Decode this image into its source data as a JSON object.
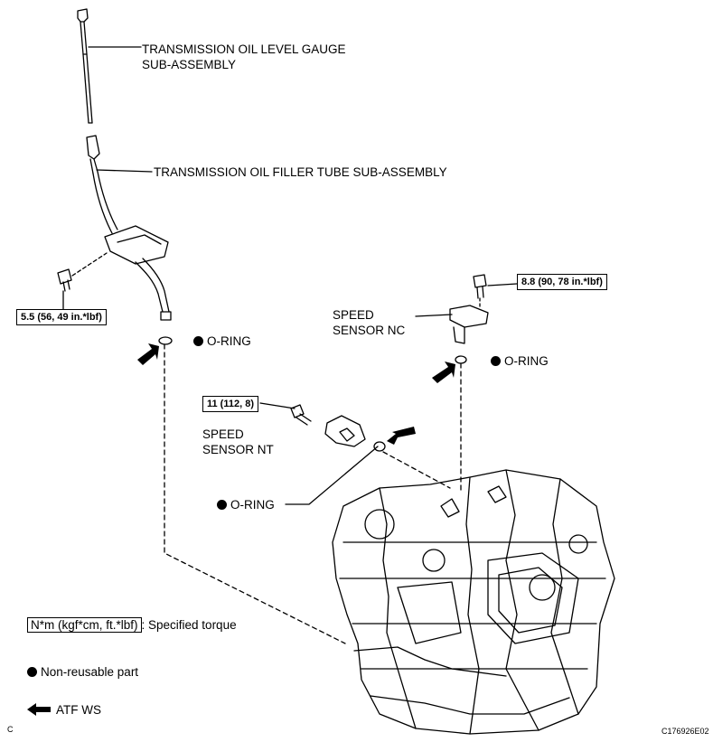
{
  "parts": {
    "gauge_line1": "TRANSMISSION OIL LEVEL GAUGE",
    "gauge_line2": "SUB-ASSEMBLY",
    "filler_tube": "TRANSMISSION OIL FILLER TUBE SUB-ASSEMBLY",
    "speed_nc_line1": "SPEED",
    "speed_nc_line2": "SENSOR NC",
    "speed_nt_line1": "SPEED",
    "speed_nt_line2": "SENSOR NT",
    "oring_label": "O-RING"
  },
  "torques": {
    "filler_bolt": "5.5 (56, 49 in.*lbf)",
    "nc_bolt": "8.8 (90, 78 in.*lbf)",
    "nt_bolt": "11 (112, 8)"
  },
  "legend": {
    "torque_box": "N*m (kgf*cm, ft.*lbf)",
    "torque_text": ": Specified torque",
    "nonreusable": "Non-reusable part",
    "atf": "ATF WS"
  },
  "corner": {
    "left": "C",
    "code": "C176926E02"
  }
}
